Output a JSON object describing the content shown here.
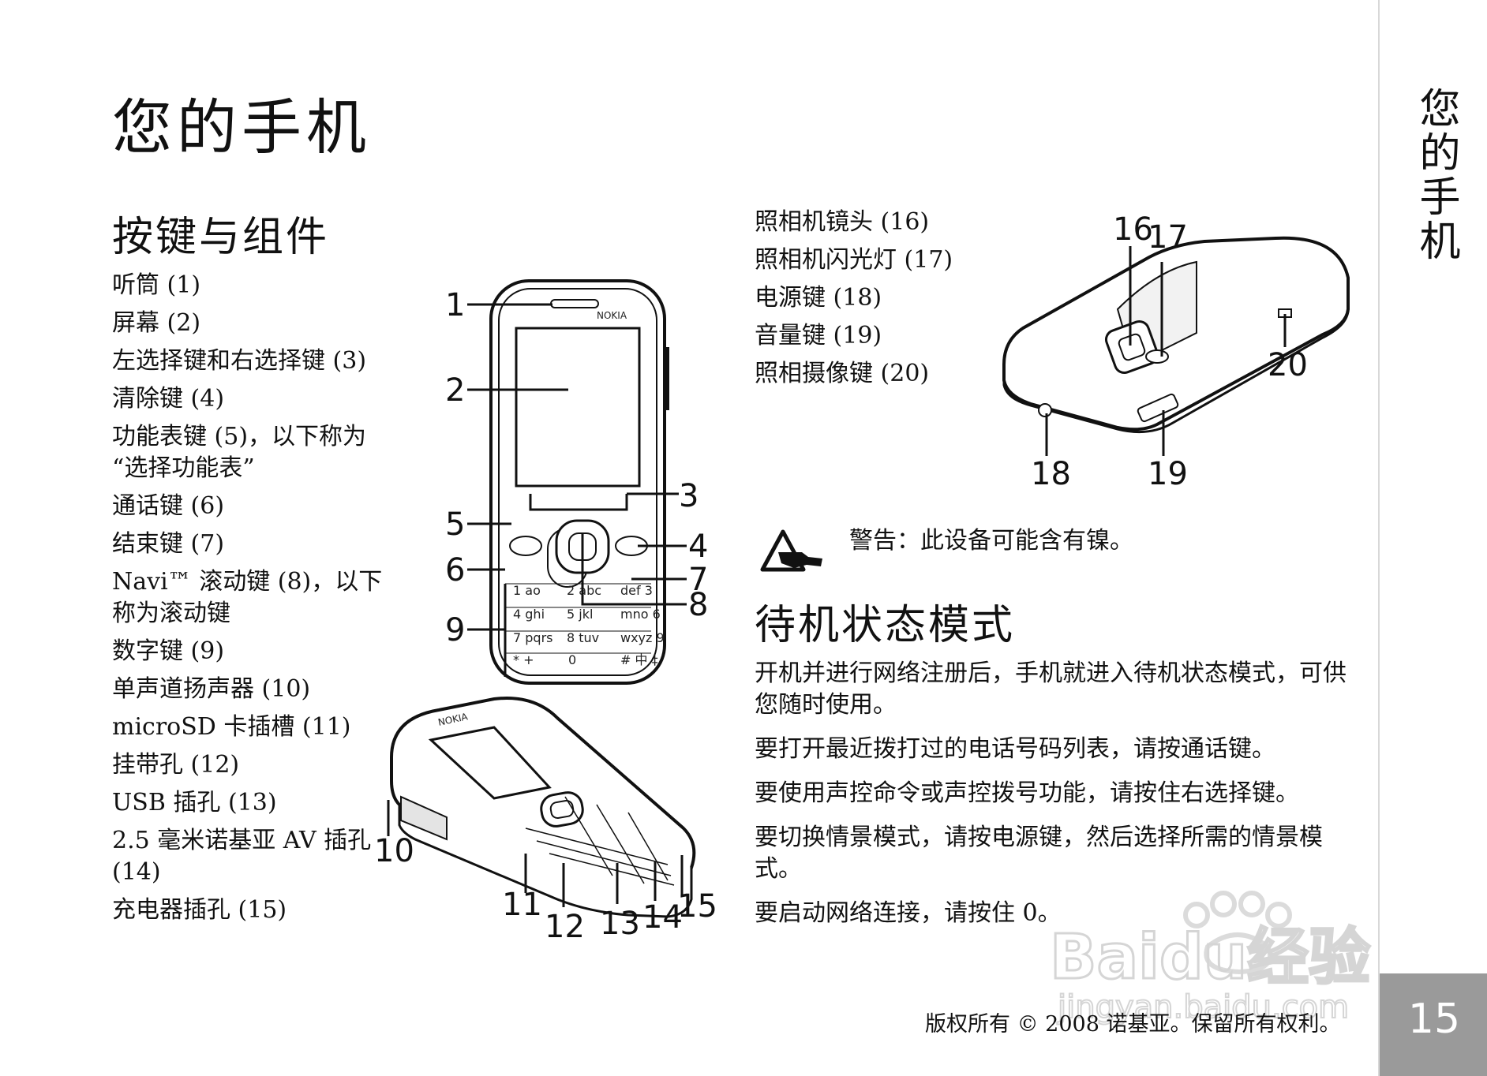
{
  "page_title": "您的手机",
  "sections": {
    "keys_title": "按键与组件",
    "standby_title": "待机状态模式"
  },
  "parts_left": [
    "听筒 (1)",
    "屏幕 (2)",
    "左选择键和右选择键 (3)",
    "清除键 (4)",
    "功能表键 (5)，以下称为 “选择功能表”",
    "通话键 (6)",
    "结束键 (7)",
    "Navi™ 滚动键 (8)，以下称为滚动键",
    "数字键 (9)",
    "单声道扬声器 (10)",
    "microSD 卡插槽 (11)",
    "挂带孔 (12)",
    "USB 插孔 (13)",
    "2.5 毫米诺基亚 AV 插孔 (14)",
    "充电器插孔 (15)"
  ],
  "parts_right": [
    "照相机镜头 (16)",
    "照相机闪光灯 (17)",
    "电源键 (18)",
    "音量键 (19)",
    "照相摄像键 (20)"
  ],
  "warning": "警告：此设备可能含有镍。",
  "standby_paragraphs": [
    "开机并进行网络注册后，手机就进入待机状态模式，可供您随时使用。",
    "要打开最近拨打过的电话号码列表，请按通话键。",
    "要使用声控命令或声控拨号功能，请按住右选择键。",
    "要切换情景模式，请按电源键，然后选择所需的情景模式。",
    "要启动网络连接，请按住 0。"
  ],
  "footer": "版权所有 © 2008 诺基亚。保留所有权利。",
  "side_tab": "您的手机",
  "page_number": "15",
  "figure": {
    "brand": "NOKIA",
    "callouts": [
      "1",
      "2",
      "3",
      "4",
      "5",
      "6",
      "7",
      "8",
      "9",
      "10",
      "11",
      "12",
      "13",
      "14",
      "15",
      "16",
      "17",
      "18",
      "19",
      "20"
    ],
    "keypad": [
      "1 ao",
      "2 abc",
      "def 3",
      "4 ghi",
      "5 jkl",
      "mno 6",
      "7 pqrs",
      "8 tuv",
      "wxyz 9",
      "* +",
      "0",
      "# 中 ‡"
    ]
  },
  "watermark": {
    "brand": "Baidu经验",
    "url": "jingyan.baidu.com"
  }
}
